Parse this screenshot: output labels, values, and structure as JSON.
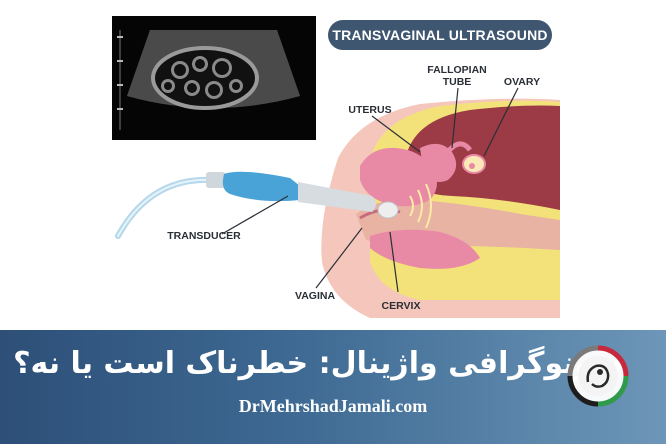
{
  "header": {
    "title": "TRANSVAGINAL ULTRASOUND"
  },
  "labels": {
    "fallopian_tube": [
      "FALLOPIAN",
      "TUBE"
    ],
    "ovary": "OVARY",
    "uterus": "UTERUS",
    "transducer": "TRANSDUCER",
    "vagina": "VAGINA",
    "cervix": "CERVIX"
  },
  "banner": {
    "title": "سونوگرافی واژینال: خطرناک است یا نه؟",
    "website": "DrMehrshadJamali.com"
  },
  "colors": {
    "banner_dark": "#2d4f78",
    "banner_light": "#6d96b8",
    "badge": "#3e5670",
    "uterus_pink": "#e88aa6",
    "fat_yellow": "#f3e27a",
    "muscle_red": "#9c3b45",
    "probe_blue": "#4aa3d6"
  },
  "icons": {
    "logo": "fetus-circle-logo"
  }
}
